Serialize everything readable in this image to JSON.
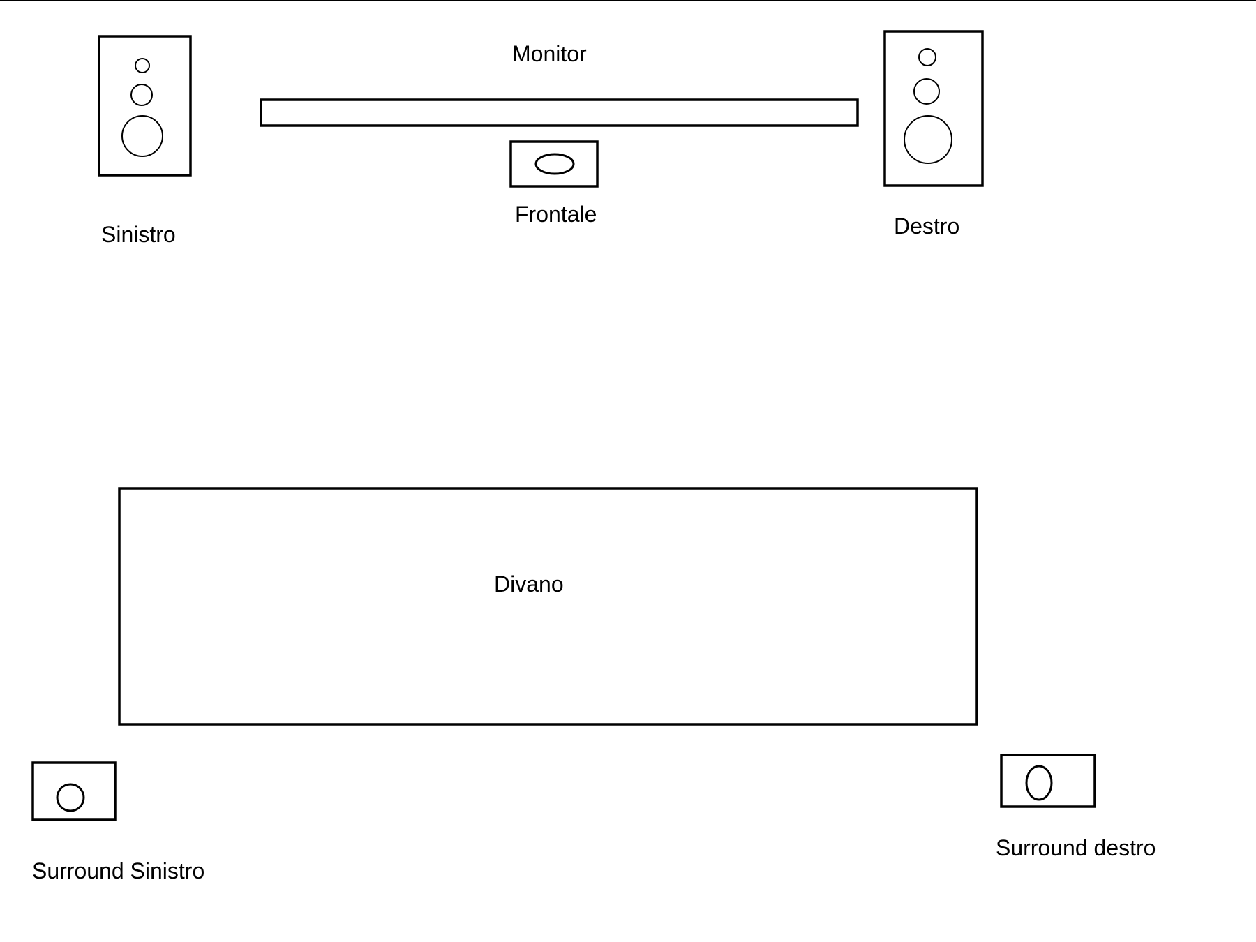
{
  "diagram": {
    "labels": {
      "monitor": "Monitor",
      "frontale": "Frontale",
      "sinistro": "Sinistro",
      "destro": "Destro",
      "divano": "Divano",
      "surround_sinistro": "Surround Sinistro",
      "surround_destro": "Surround destro"
    },
    "colors": {
      "stroke": "#000000",
      "background": "#ffffff"
    }
  }
}
